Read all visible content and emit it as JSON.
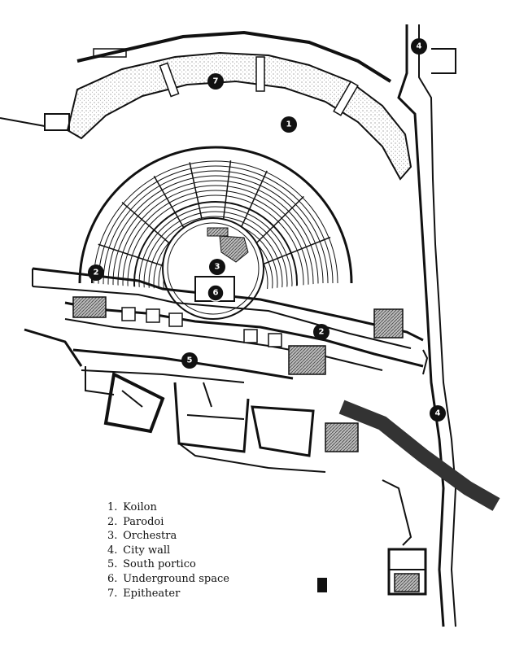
{
  "markers": [
    {
      "num": "1"
    },
    {
      "num": "2"
    },
    {
      "num": "2"
    },
    {
      "num": "3"
    },
    {
      "num": "4"
    },
    {
      "num": "4"
    },
    {
      "num": "5"
    },
    {
      "num": "6"
    },
    {
      "num": "7"
    }
  ],
  "legend": {
    "items": [
      {
        "num": "1.",
        "label": "Koilon"
      },
      {
        "num": "2.",
        "label": "Parodoi"
      },
      {
        "num": "3.",
        "label": "Orchestra"
      },
      {
        "num": "4.",
        "label": "City wall"
      },
      {
        "num": "5.",
        "label": "South portico"
      },
      {
        "num": "6.",
        "label": "Underground space"
      },
      {
        "num": "7.",
        "label": "Epitheater"
      }
    ]
  }
}
